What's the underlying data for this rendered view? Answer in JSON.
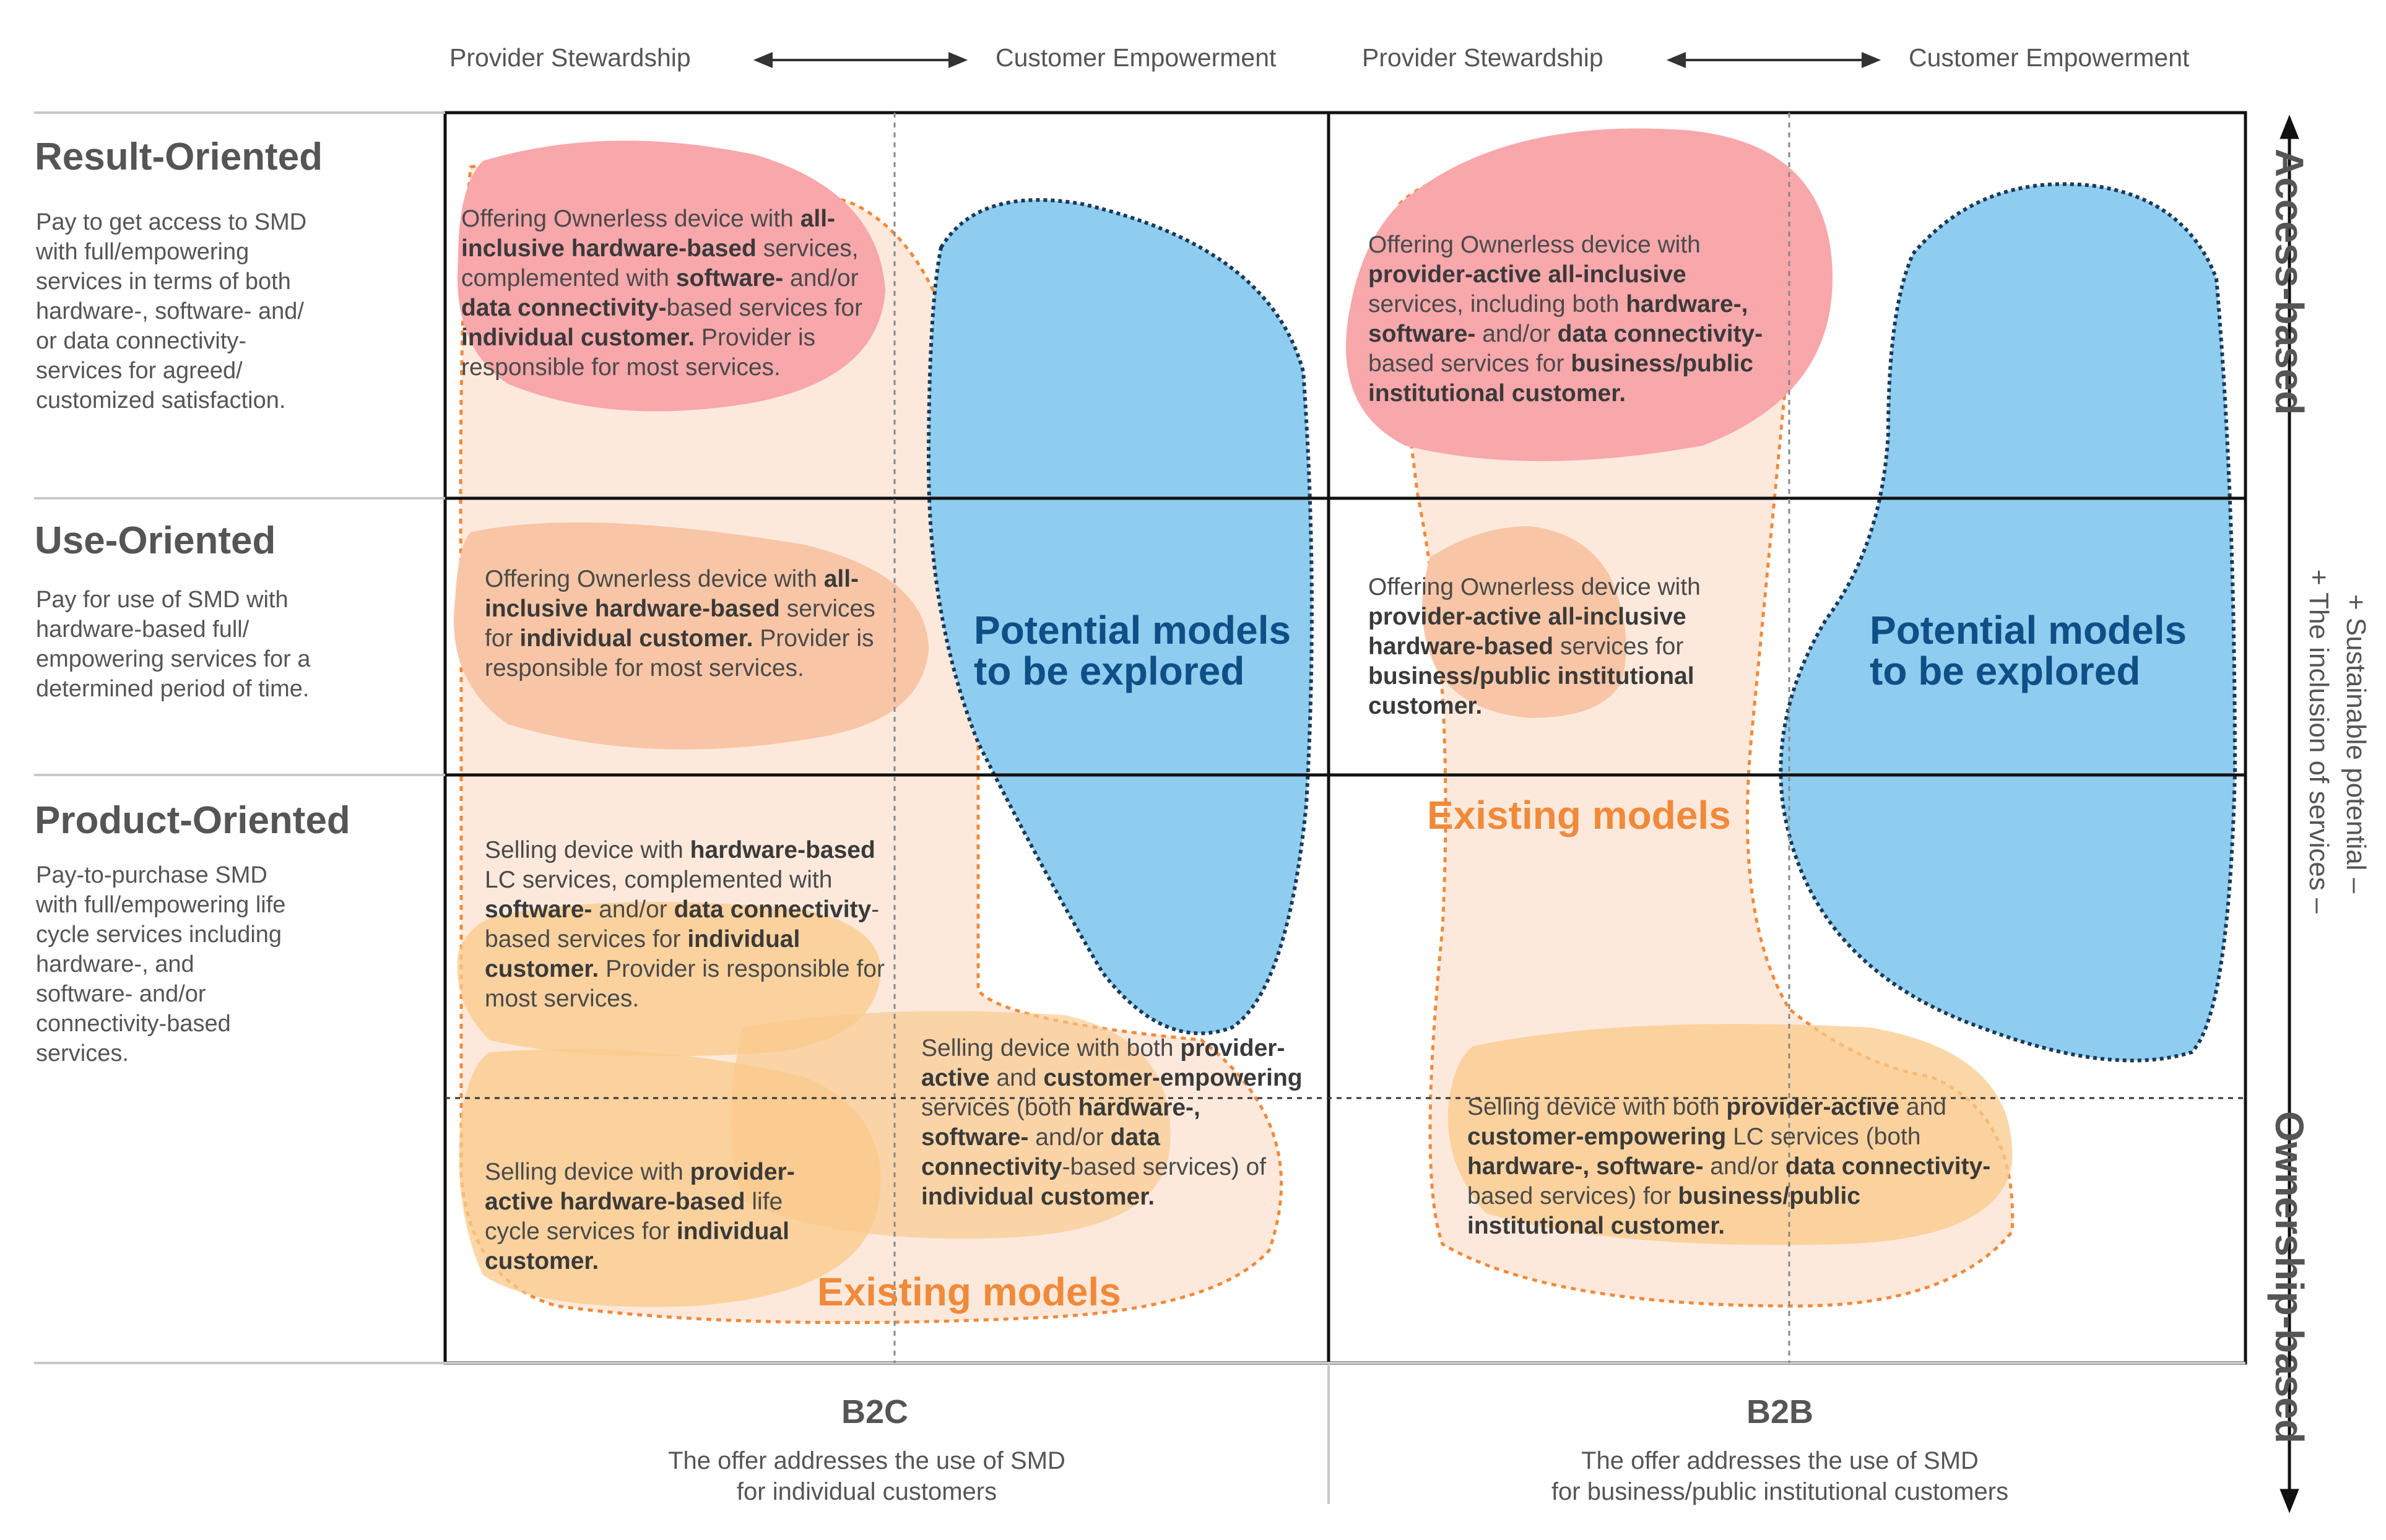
{
  "header": {
    "b2c_left": "Provider Stewardship",
    "b2c_right": "Customer Empowerment",
    "b2b_left": "Provider Stewardship",
    "b2b_right": "Customer Empowerment"
  },
  "rows": [
    {
      "title": "Result-Oriented",
      "description": "Pay to get access to SMD\nwith full/empowering\nservices in terms of both\nhardware-, software- and/\nor data connectivity-\nservices for agreed/\ncustomized satisfaction."
    },
    {
      "title": "Use-Oriented",
      "description": "Pay for use of SMD with\nhardware-based full/\nempowering services for a\ndetermined period of time."
    },
    {
      "title": "Product-Oriented",
      "description": "Pay-to-purchase SMD\nwith full/empowering life\ncycle services including\nhardware-, and\nsoftware- and/or\nconnectivity-based\nservices."
    }
  ],
  "cells": {
    "b2c_result": [
      {
        "t": "Offering Ownerless device with ",
        "b": false
      },
      {
        "t": "all-inclusive hardware-based",
        "b": true
      },
      {
        "t": " services, complemented with ",
        "b": false
      },
      {
        "t": "software-",
        "b": true
      },
      {
        "t": " and/or ",
        "b": false
      },
      {
        "t": "data connectivity-",
        "b": true
      },
      {
        "t": "based services for ",
        "b": false
      },
      {
        "t": "individual customer.",
        "b": true
      },
      {
        "t": " Provider is responsible for most services.",
        "b": false
      }
    ],
    "b2c_use": [
      {
        "t": "Offering Ownerless device with ",
        "b": false
      },
      {
        "t": "all-inclusive hardware-based",
        "b": true
      },
      {
        "t": " services for ",
        "b": false
      },
      {
        "t": "individual customer.",
        "b": true
      },
      {
        "t": " Provider is responsible for most services.",
        "b": false
      }
    ],
    "b2c_product_1": [
      {
        "t": "Selling device with ",
        "b": false
      },
      {
        "t": "hardware-based",
        "b": true
      },
      {
        "t": " LC services, complemented with ",
        "b": false
      },
      {
        "t": "software-",
        "b": true
      },
      {
        "t": " and/or ",
        "b": false
      },
      {
        "t": "data connectivity",
        "b": true
      },
      {
        "t": "-based  services for ",
        "b": false
      },
      {
        "t": "individual customer.",
        "b": true
      },
      {
        "t": " Provider is responsible for most services.",
        "b": false
      }
    ],
    "b2c_product_2": [
      {
        "t": "Selling device with both ",
        "b": false
      },
      {
        "t": "provider-active",
        "b": true
      },
      {
        "t": " and ",
        "b": false
      },
      {
        "t": "customer-empowering",
        "b": true
      },
      {
        "t": " services (both ",
        "b": false
      },
      {
        "t": "hardware-, software-",
        "b": true
      },
      {
        "t": " and/or ",
        "b": false
      },
      {
        "t": "data connectivity",
        "b": true
      },
      {
        "t": "-based services) of ",
        "b": false
      },
      {
        "t": "individual customer.",
        "b": true
      }
    ],
    "b2c_product_3": [
      {
        "t": "Selling device with ",
        "b": false
      },
      {
        "t": "provider-active hardware-based",
        "b": true
      },
      {
        "t": " life cycle services for ",
        "b": false
      },
      {
        "t": "individual customer.",
        "b": true
      }
    ],
    "b2b_result": [
      {
        "t": "Offering Ownerless device with ",
        "b": false
      },
      {
        "t": "provider-active all-inclusive",
        "b": true
      },
      {
        "t": " services, including both ",
        "b": false
      },
      {
        "t": "hardware-, software-",
        "b": true
      },
      {
        "t": " and/or ",
        "b": false
      },
      {
        "t": "data connectivity-",
        "b": true
      },
      {
        "t": "based services for ",
        "b": false
      },
      {
        "t": "business/public institutional customer.",
        "b": true
      }
    ],
    "b2b_use": [
      {
        "t": "Offering Ownerless device with ",
        "b": false
      },
      {
        "t": "provider-active all-inclusive hardware-based",
        "b": true
      },
      {
        "t": " services for ",
        "b": false
      },
      {
        "t": "business/public institutional customer.",
        "b": true
      }
    ],
    "b2b_product": [
      {
        "t": "Selling device with both ",
        "b": false
      },
      {
        "t": "provider-active",
        "b": true
      },
      {
        "t": " and ",
        "b": false
      },
      {
        "t": "customer-empowering",
        "b": true
      },
      {
        "t": " LC services (both ",
        "b": false
      },
      {
        "t": "hardware-, software-",
        "b": true
      },
      {
        "t": " and/or ",
        "b": false
      },
      {
        "t": "data connectivity-",
        "b": true
      },
      {
        "t": "based services) for ",
        "b": false
      },
      {
        "t": "business/public institutional customer.",
        "b": true
      }
    ]
  },
  "labels": {
    "potential_b2c": "Potential models\nto be explored",
    "potential_b2b": "Potential models\nto be explored",
    "existing_b2c": "Existing models",
    "existing_b2b": "Existing models"
  },
  "columns": {
    "b2c_title": "B2C",
    "b2c_desc": "The offer addresses the use of SMD\nfor individual customers",
    "b2b_title": "B2B",
    "b2b_desc": "The offer addresses the use of SMD\nfor business/public institutional customers"
  },
  "axis": {
    "top": "Access-based",
    "bottom": "Ownership-based",
    "middle_line1": "+ Sustainable potential –",
    "middle_line2": "+ The inclusion of services –"
  },
  "colors": {
    "blue_blob": "#8ecdf0",
    "red_blob": "#f8a7ab",
    "orange_blob": "#f9c98a",
    "peach_fill": "#fde9dc",
    "existing_outline": "#f08a3a",
    "potential_text": "#0f4f86"
  }
}
